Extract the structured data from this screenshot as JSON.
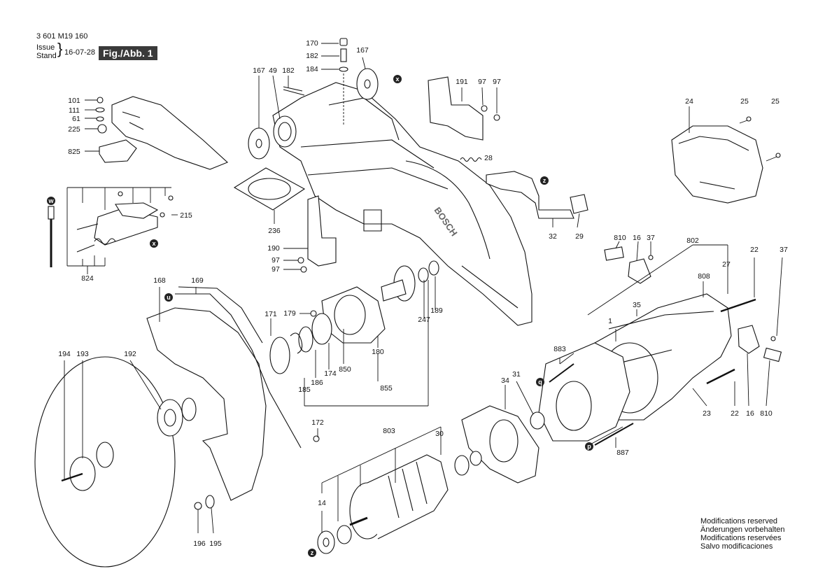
{
  "header": {
    "part_number": "3 601 M19 160",
    "issue_label": "Issue",
    "stand_label": "Stand",
    "issue_date": "16-07-28",
    "figure_label": "Fig./Abb. 1"
  },
  "modifications_notice": [
    "Modifications reserved",
    "Änderungen vorbehalten",
    "Modifications reservées",
    "Salvo modificaciones"
  ],
  "brand_mark": "BOSCH",
  "reference_markers": [
    "x",
    "z",
    "w",
    "u",
    "q",
    "p"
  ],
  "part_numbers": [
    "170",
    "182",
    "184",
    "167",
    "167",
    "49",
    "182",
    "191",
    "97",
    "97",
    "101",
    "111",
    "61",
    "225",
    "825",
    "28",
    "24",
    "25",
    "25",
    "215",
    "236",
    "32",
    "29",
    "190",
    "97",
    "97",
    "824",
    "810",
    "16",
    "37",
    "802",
    "22",
    "37",
    "168",
    "169",
    "171",
    "179",
    "189",
    "247",
    "808",
    "27",
    "35",
    "1",
    "180",
    "850",
    "174",
    "186",
    "185",
    "855",
    "883",
    "34",
    "31",
    "192",
    "194",
    "193",
    "172",
    "803",
    "30",
    "23",
    "22",
    "16",
    "810",
    "887",
    "14",
    "196",
    "195"
  ]
}
